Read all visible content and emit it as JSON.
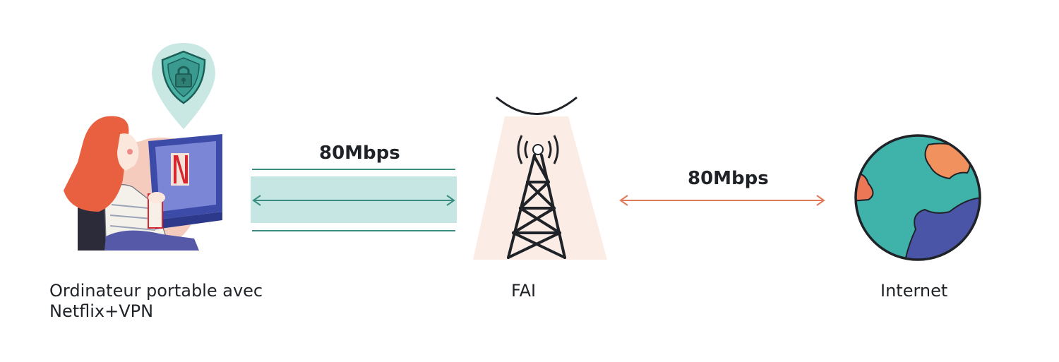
{
  "nodes": {
    "laptop": {
      "caption_line1": "Ordinateur portable avec",
      "caption_line2": "Netflix+VPN"
    },
    "isp": {
      "caption": "FAI"
    },
    "internet": {
      "caption": "Internet"
    }
  },
  "links": {
    "vpn_tunnel": {
      "speed": "80Mbps",
      "color": "#3a8c80",
      "fill": "#c6e6e3"
    },
    "isp_to_internet": {
      "speed": "80Mbps",
      "color": "#e0795a"
    }
  },
  "icons": {
    "laptop": "woman-laptop-netflix-illustration",
    "shield": "shield-lock-icon",
    "tower": "radio-tower-icon",
    "globe": "globe-icon",
    "netflix": "netflix-logo"
  }
}
